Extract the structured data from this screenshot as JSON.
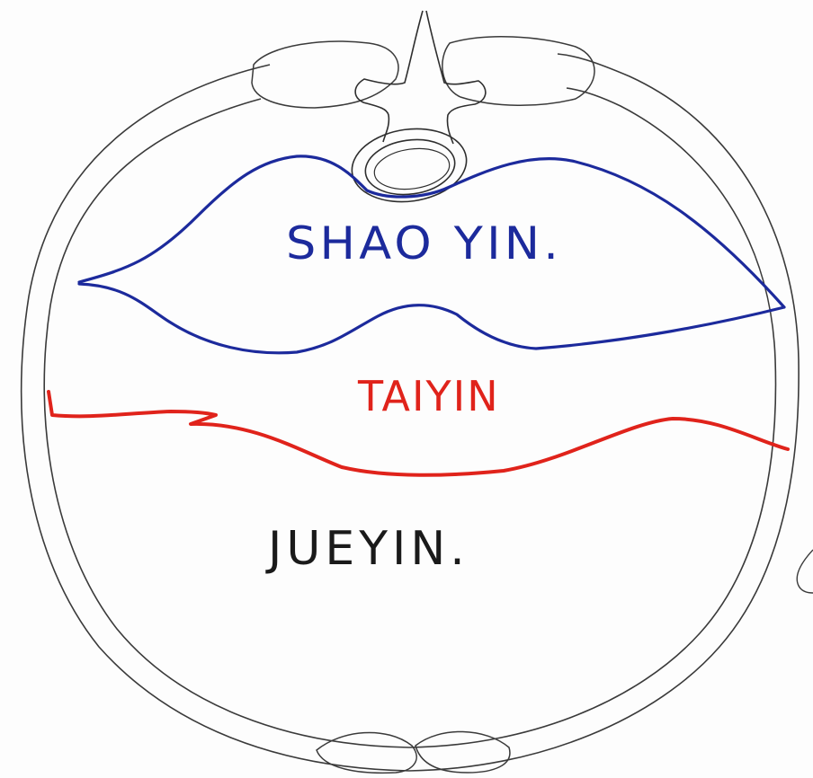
{
  "regions": {
    "shaoyin": {
      "label": "SHAO YIN.",
      "color": "#1c2a9c"
    },
    "taiyin": {
      "label": "TAIYIN",
      "color": "#e0231b"
    },
    "jueyin": {
      "label": "JUEYIN.",
      "color": "#1a1a1a"
    }
  },
  "colors": {
    "outline": "#3a3a3a",
    "background": "#fdfdfd"
  }
}
